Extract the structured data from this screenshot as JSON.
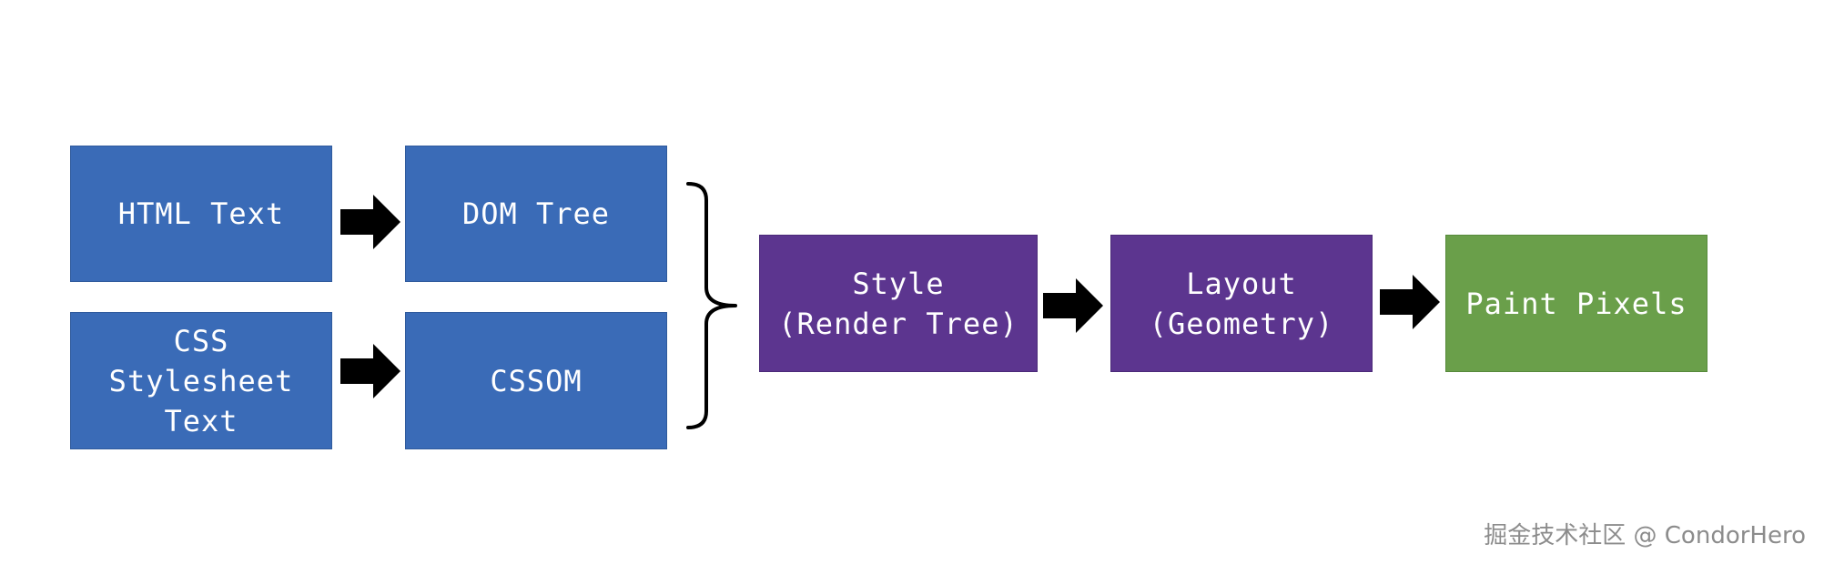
{
  "diagram": {
    "nodes": {
      "html_text": "HTML Text",
      "dom_tree": "DOM Tree",
      "css_text": "CSS\nStylesheet\nText",
      "cssom": "CSSOM",
      "style": "Style\n(Render Tree)",
      "layout": "Layout\n(Geometry)",
      "paint": "Paint Pixels"
    },
    "colors": {
      "blue": "#3a6bb7",
      "purple": "#5c358f",
      "green": "#6a9f4a",
      "arrow": "#000000"
    },
    "edges": [
      [
        "html_text",
        "dom_tree"
      ],
      [
        "css_text",
        "cssom"
      ],
      [
        "dom_tree",
        "style"
      ],
      [
        "cssom",
        "style"
      ],
      [
        "style",
        "layout"
      ],
      [
        "layout",
        "paint"
      ]
    ]
  },
  "watermark": "掘金技术社区 @ CondorHero"
}
